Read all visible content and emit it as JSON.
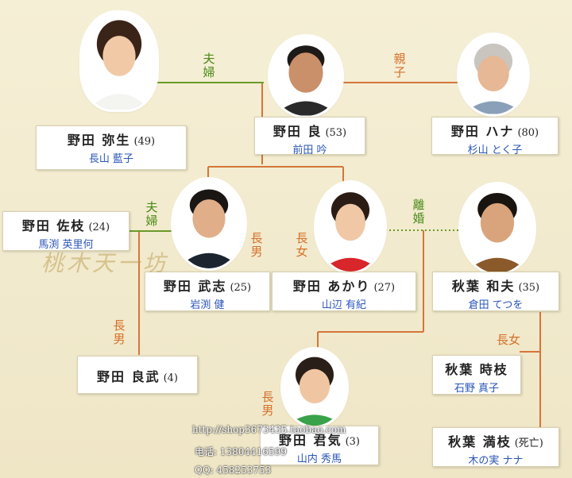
{
  "people": {
    "yayoi": {
      "name": "野田 弥生",
      "age": "(49)",
      "actor": "長山 藍子"
    },
    "ryo": {
      "name": "野田 良",
      "age": "(53)",
      "actor": "前田 吟"
    },
    "hana": {
      "name": "野田 ハナ",
      "age": "(80)",
      "actor": "杉山 とく子"
    },
    "saeda": {
      "name": "野田 佐枝",
      "age": "(24)",
      "actor": "馬渕 英里何"
    },
    "takeshi": {
      "name": "野田 武志",
      "age": "(25)",
      "actor": "岩渕 健"
    },
    "akari": {
      "name": "野田 あかり",
      "age": "(27)",
      "actor": "山辺 有紀"
    },
    "kazuo": {
      "name": "秋葉 和夫",
      "age": "(35)",
      "actor": "倉田 てつを"
    },
    "yoshitake": {
      "name": "野田 良武",
      "age": "(4)",
      "actor": ""
    },
    "tokie": {
      "name": "秋葉 時枝",
      "age": "",
      "actor": "石野 真子"
    },
    "boy": {
      "name": "野田 君気",
      "age": "(3)",
      "actor": "山内 秀馬"
    },
    "mitsue": {
      "name": "秋葉 満枝",
      "age": "(死亡)",
      "actor": "木の実 ナナ"
    }
  },
  "relations": {
    "couple1": "夫婦",
    "parent_child": "親子",
    "couple2": "夫婦",
    "divorced": "離婚",
    "eldest_son_takeshi": "長男",
    "eldest_daughter_akari": "長女",
    "eldest_son_yoshitake": "長男",
    "eldest_son_boy": "長男",
    "eldest_daughter_tokie": "長女"
  },
  "watermark": {
    "logo": "桃木天一坊",
    "url": "http://shop3673435.taobao.com",
    "phone": "电话: 13804416599",
    "qq": "QQ: 458253753"
  },
  "colors": {
    "line_orange": "#d4763a",
    "line_green": "#6a9a28",
    "actor_blue": "#2a55b8"
  }
}
